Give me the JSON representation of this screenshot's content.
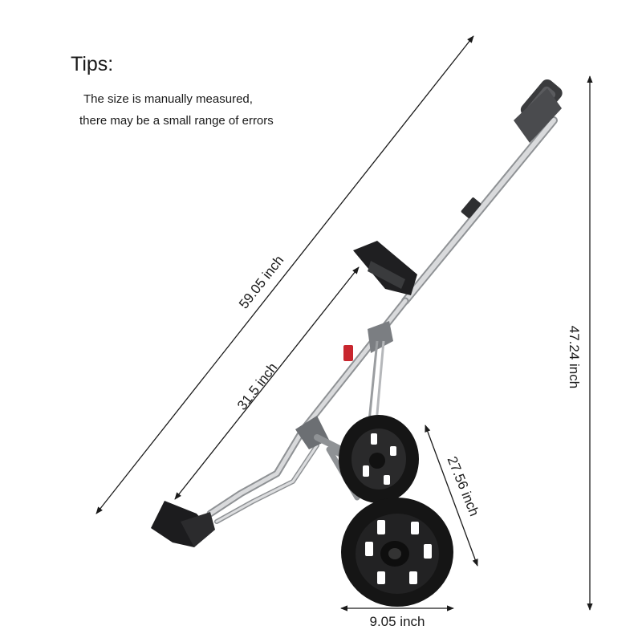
{
  "tips": {
    "title": "Tips:",
    "line1": "The size is manually measured,",
    "line2": "there may be a small range of errors"
  },
  "dimensions": {
    "overall_length": "59.05 inch",
    "lower_length": "31.5 inch",
    "height": "47.24 inch",
    "wheel_span": "27.56 inch",
    "width": "9.05 inch"
  },
  "colors": {
    "frame": "#c9cbce",
    "frame_edge": "#8f9295",
    "wheel": "#151515",
    "accent": "#c8262e",
    "line": "#1a1a1a"
  }
}
